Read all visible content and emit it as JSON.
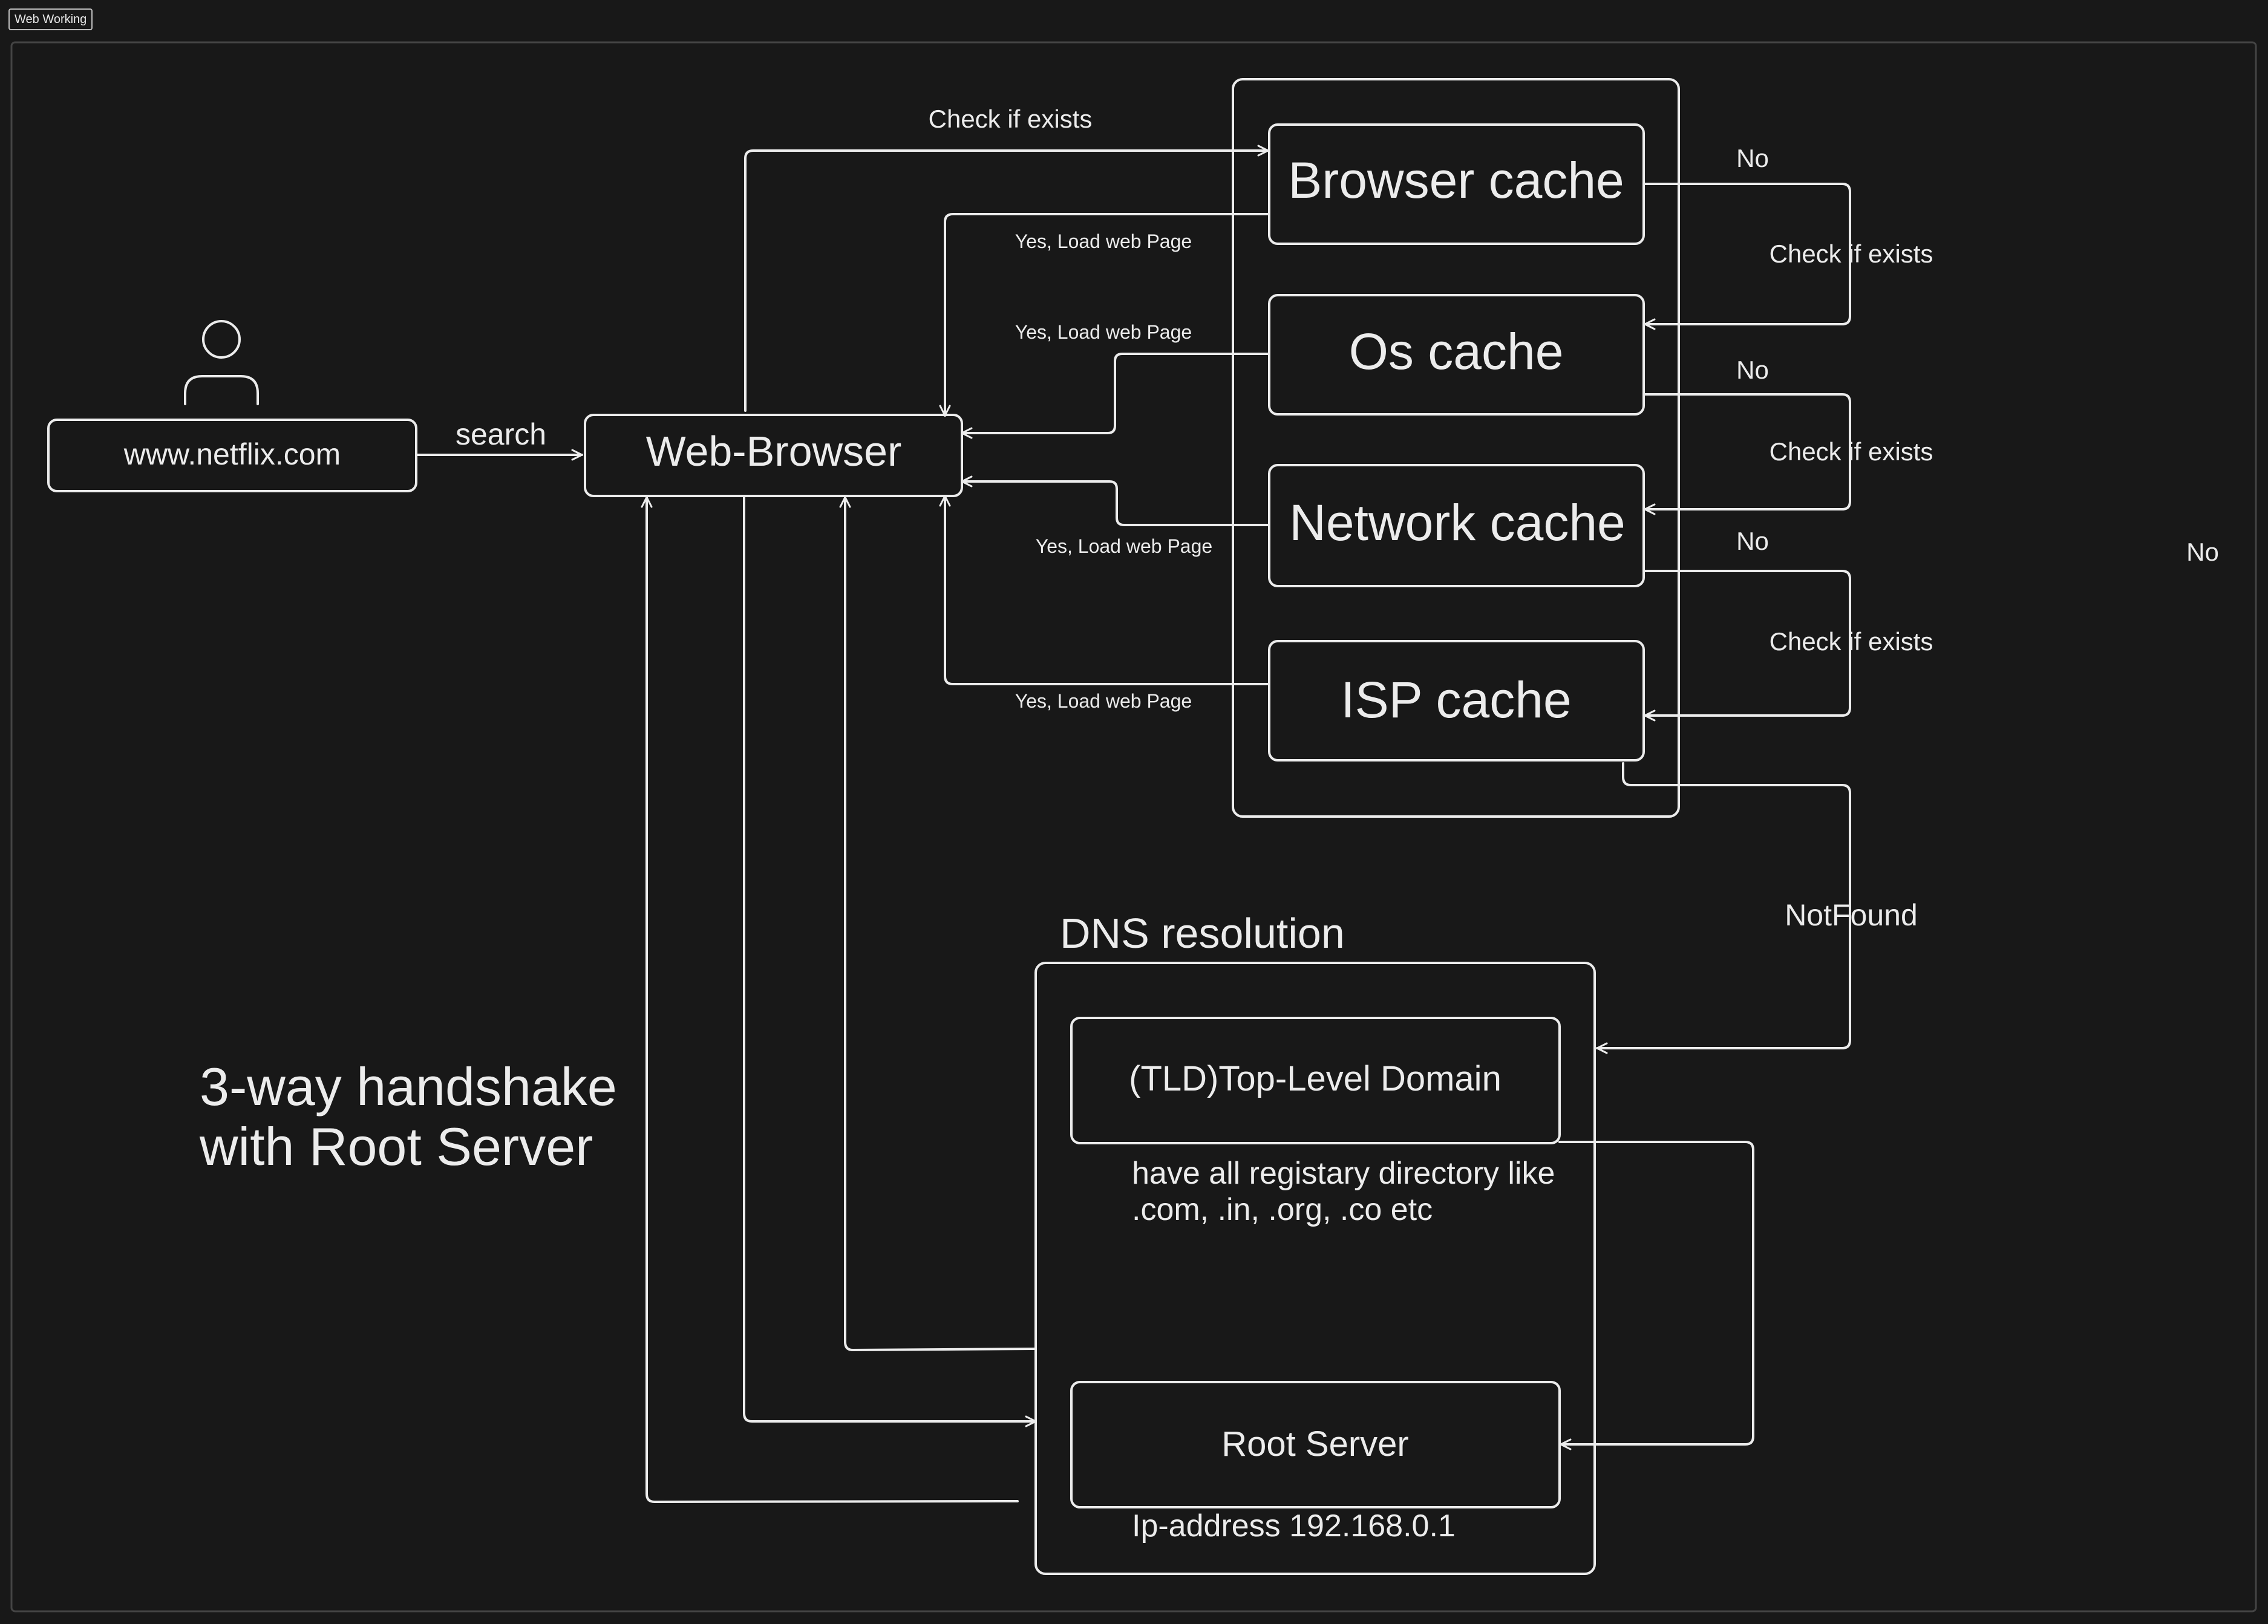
{
  "tab": {
    "label": "Web Working"
  },
  "colors": {
    "background": "#181818",
    "stroke": "#ececec"
  },
  "user_icon": "user-icon",
  "nodes": {
    "url": "www.netflix.com",
    "browser": "Web-Browser",
    "browser_cache": "Browser cache",
    "os_cache": "Os cache",
    "network_cache": "Network cache",
    "isp_cache": "ISP cache",
    "tld": "(TLD)Top-Level Domain",
    "root": "Root Server"
  },
  "labels": {
    "search": "search",
    "check_top": "Check if exists",
    "yes_browser": "Yes, Load web Page",
    "yes_os": "Yes, Load web Page",
    "yes_network": "Yes, Load web Page",
    "yes_isp": "Yes, Load web Page",
    "no_1": "No",
    "no_2": "No",
    "no_3": "No",
    "no_far": "No",
    "check_1": "Check if exists",
    "check_2": "Check if exists",
    "check_3": "Check if exists",
    "not_found": "NotFound",
    "dns_title": "DNS resolution",
    "tld_note_1": "have all registary directory like",
    "tld_note_2": ".com, .in, .org, .co etc",
    "ip": "Ip-address 192.168.0.1",
    "handshake_1": "3-way handshake",
    "handshake_2": "with Root Server"
  }
}
